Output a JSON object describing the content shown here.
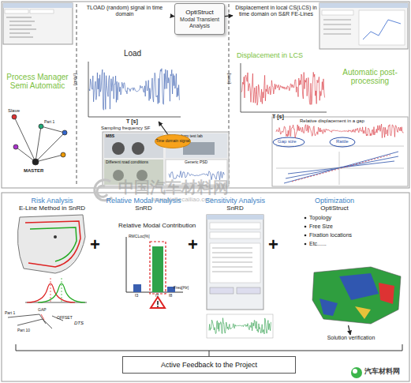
{
  "diagram": {
    "nodes": [
      {
        "text": [
          "TLOAD (random) signal in time domain"
        ]
      },
      {
        "text": [
          "OptiStruct",
          "Modal Transient Analysis"
        ]
      },
      {
        "text": [
          "Displacement in local CS(LCS) in time domain on S&R FE-Lines"
        ]
      },
      {
        "text": [
          "Load"
        ]
      },
      {
        "text": [
          "Time domain signal"
        ]
      },
      {
        "text": [
          "Risk Analysis",
          "E-Line Method in SnRD"
        ]
      },
      {
        "text": [
          "Relative Modal Analysis",
          "SnRD"
        ]
      },
      {
        "text": [
          "Sensitivity Analysis",
          "SnRD"
        ]
      },
      {
        "text": [
          "Optimization",
          "OptiStruct"
        ]
      },
      {
        "text": [
          "Solution verification"
        ]
      },
      {
        "text": [
          "Active Feedback to the Project"
        ]
      }
    ],
    "edges": [
      {
        "from": 0,
        "to": 1,
        "arrow": "to"
      },
      {
        "from": 1,
        "to": 2,
        "arrow": "to"
      },
      {
        "from": 4,
        "to": 3,
        "arrow": "to"
      },
      {
        "from": 8,
        "to": 9,
        "arrow": "to"
      }
    ],
    "labels": [
      "Process Manager Semi Automatic",
      "Slave",
      "Part 1",
      "MASTER",
      "[m/s²]",
      "T [s]",
      "Sampling frequency SF",
      "MBS",
      "Shaker from test lab",
      "Different road conditions",
      "Generic PSD",
      "Displacement in LCS",
      "[mm]",
      "T [s]",
      "Automatic post-processing",
      "Relative displacement in a gap",
      "Gap size",
      "Rattle",
      "中国汽车材料网",
      "www.qichecailiao.com",
      "Part 1",
      "Part 10",
      "GAP",
      "OFFSET",
      "DTS",
      "+",
      "Relative Modal Contribution",
      "RMCLoc[%]",
      "f3",
      "f7",
      "f8",
      "Freq[Hz]",
      "+",
      "+",
      "Topology",
      "Free Size",
      "Fixation locations",
      "Etc......",
      "汽车材料网"
    ]
  }
}
